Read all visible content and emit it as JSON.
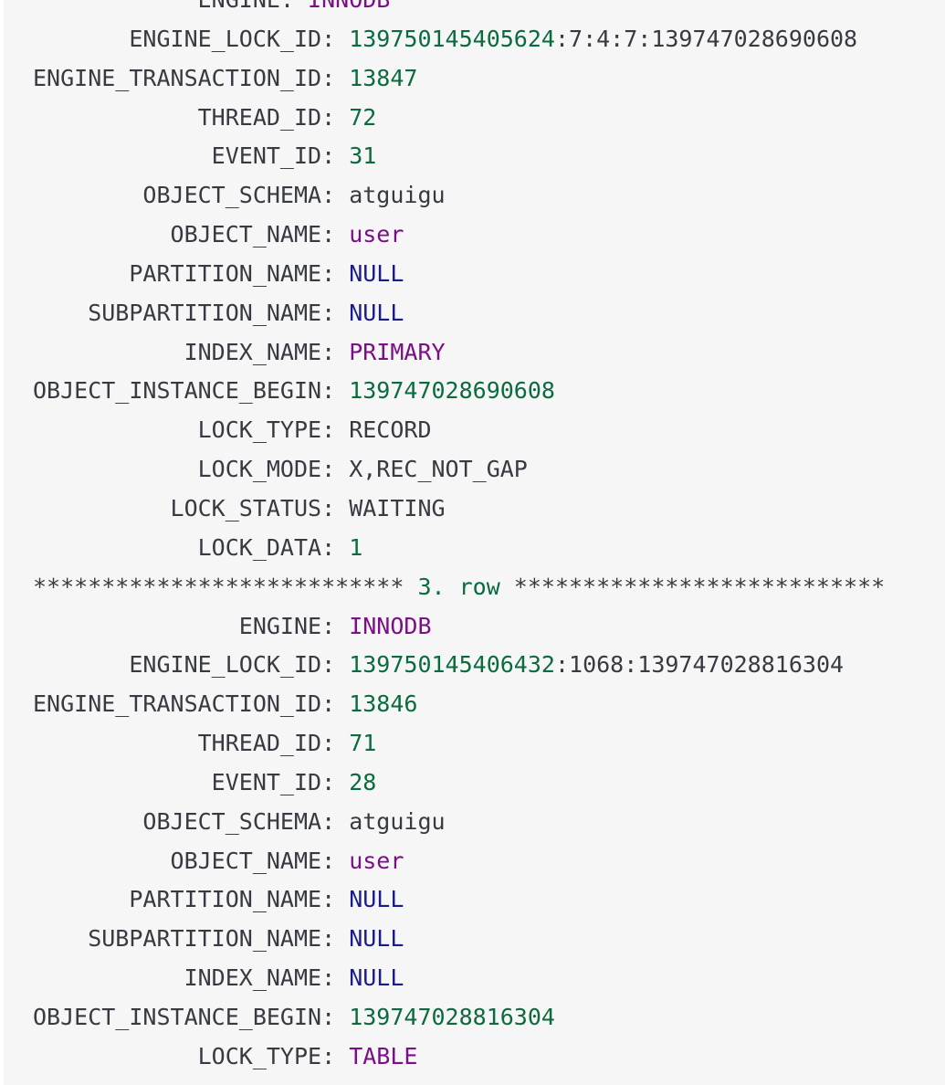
{
  "code_block": {
    "lines": [
      {
        "type": "field",
        "key": "            ENGINE",
        "segments": [
          {
            "text": "INNODB",
            "cls": "tok-kw"
          }
        ]
      },
      {
        "type": "field",
        "key": "       ENGINE_LOCK_ID",
        "segments": [
          {
            "text": "139750145405624",
            "cls": "tok-num"
          },
          {
            "text": ":7:4:7:139747028690608",
            "cls": "tok-sep"
          }
        ]
      },
      {
        "type": "field",
        "key": "ENGINE_TRANSACTION_ID",
        "segments": [
          {
            "text": "13847",
            "cls": "tok-num"
          }
        ]
      },
      {
        "type": "field",
        "key": "            THREAD_ID",
        "segments": [
          {
            "text": "72",
            "cls": "tok-num"
          }
        ]
      },
      {
        "type": "field",
        "key": "             EVENT_ID",
        "segments": [
          {
            "text": "31",
            "cls": "tok-num"
          }
        ]
      },
      {
        "type": "field",
        "key": "        OBJECT_SCHEMA",
        "segments": [
          {
            "text": "atguigu",
            "cls": "tok-plain"
          }
        ]
      },
      {
        "type": "field",
        "key": "          OBJECT_NAME",
        "segments": [
          {
            "text": "user",
            "cls": "tok-kw"
          }
        ]
      },
      {
        "type": "field",
        "key": "       PARTITION_NAME",
        "segments": [
          {
            "text": "NULL",
            "cls": "tok-null"
          }
        ]
      },
      {
        "type": "field",
        "key": "    SUBPARTITION_NAME",
        "segments": [
          {
            "text": "NULL",
            "cls": "tok-null"
          }
        ]
      },
      {
        "type": "field",
        "key": "           INDEX_NAME",
        "segments": [
          {
            "text": "PRIMARY",
            "cls": "tok-kw"
          }
        ]
      },
      {
        "type": "field",
        "key": "OBJECT_INSTANCE_BEGIN",
        "segments": [
          {
            "text": "139747028690608",
            "cls": "tok-num"
          }
        ]
      },
      {
        "type": "field",
        "key": "            LOCK_TYPE",
        "segments": [
          {
            "text": "RECORD",
            "cls": "tok-plain"
          }
        ]
      },
      {
        "type": "field",
        "key": "            LOCK_MODE",
        "segments": [
          {
            "text": "X,REC_NOT_GAP",
            "cls": "tok-plain"
          }
        ]
      },
      {
        "type": "field",
        "key": "          LOCK_STATUS",
        "segments": [
          {
            "text": "WAITING",
            "cls": "tok-plain"
          }
        ]
      },
      {
        "type": "field",
        "key": "            LOCK_DATA",
        "segments": [
          {
            "text": "1",
            "cls": "tok-num"
          }
        ]
      },
      {
        "type": "separator",
        "left": "*************************** ",
        "label": "3. row",
        "right": " ***************************"
      },
      {
        "type": "field",
        "key": "               ENGINE",
        "segments": [
          {
            "text": "INNODB",
            "cls": "tok-kw"
          }
        ]
      },
      {
        "type": "field",
        "key": "       ENGINE_LOCK_ID",
        "segments": [
          {
            "text": "139750145406432",
            "cls": "tok-num"
          },
          {
            "text": ":1068:139747028816304",
            "cls": "tok-sep"
          }
        ]
      },
      {
        "type": "field",
        "key": "ENGINE_TRANSACTION_ID",
        "segments": [
          {
            "text": "13846",
            "cls": "tok-num"
          }
        ]
      },
      {
        "type": "field",
        "key": "            THREAD_ID",
        "segments": [
          {
            "text": "71",
            "cls": "tok-num"
          }
        ]
      },
      {
        "type": "field",
        "key": "             EVENT_ID",
        "segments": [
          {
            "text": "28",
            "cls": "tok-num"
          }
        ]
      },
      {
        "type": "field",
        "key": "        OBJECT_SCHEMA",
        "segments": [
          {
            "text": "atguigu",
            "cls": "tok-plain"
          }
        ]
      },
      {
        "type": "field",
        "key": "          OBJECT_NAME",
        "segments": [
          {
            "text": "user",
            "cls": "tok-kw"
          }
        ]
      },
      {
        "type": "field",
        "key": "       PARTITION_NAME",
        "segments": [
          {
            "text": "NULL",
            "cls": "tok-null"
          }
        ]
      },
      {
        "type": "field",
        "key": "    SUBPARTITION_NAME",
        "segments": [
          {
            "text": "NULL",
            "cls": "tok-null"
          }
        ]
      },
      {
        "type": "field",
        "key": "           INDEX_NAME",
        "segments": [
          {
            "text": "NULL",
            "cls": "tok-null"
          }
        ]
      },
      {
        "type": "field",
        "key": "OBJECT_INSTANCE_BEGIN",
        "segments": [
          {
            "text": "139747028816304",
            "cls": "tok-num"
          }
        ]
      },
      {
        "type": "field",
        "key": "            LOCK_TYPE",
        "segments": [
          {
            "text": "TABLE",
            "cls": "tok-kw"
          }
        ]
      }
    ]
  },
  "colors": {
    "background": "#f6f6f7",
    "text": "#383a42",
    "keyword": "#7a0f86",
    "number": "#0b6b3d",
    "null": "#1b1c8b"
  }
}
